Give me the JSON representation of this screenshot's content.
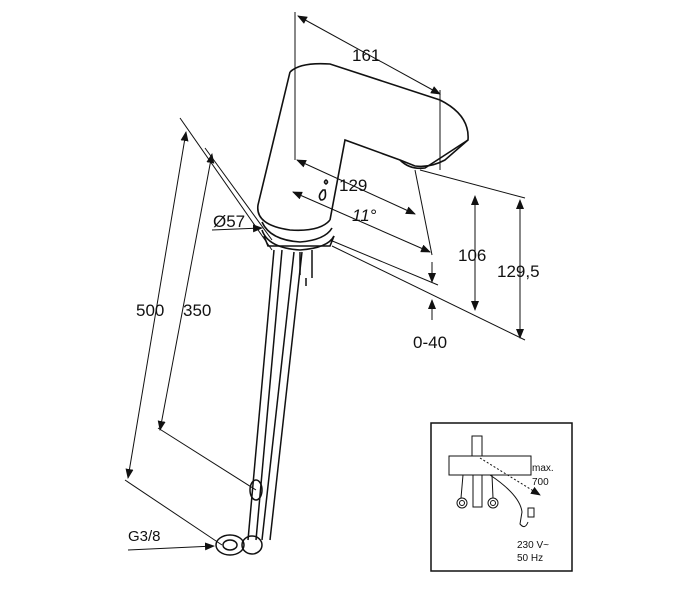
{
  "dimensions": {
    "width_total": "161",
    "reach": "129",
    "angle": "11°",
    "base_diameter": "Ø57",
    "height_outlet": "106",
    "height_total": "129,5",
    "deck_thickness": "0-40",
    "hose_length": "500",
    "hose_inner": "350",
    "thread": "G3/8"
  },
  "inset": {
    "max_label": "max.",
    "max_value": "700",
    "voltage": "230 V~",
    "frequency": "50 Hz"
  }
}
